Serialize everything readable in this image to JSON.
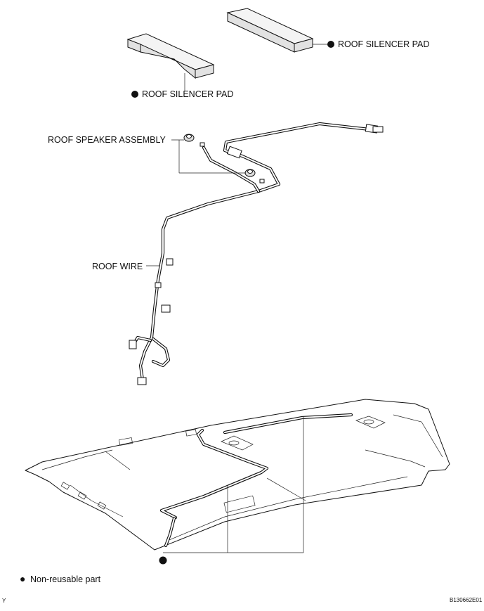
{
  "labels": {
    "pad_right": "ROOF SILENCER PAD",
    "pad_left": "ROOF SILENCER PAD",
    "speaker": "ROOF SPEAKER ASSEMBLY",
    "wire": "ROOF WIRE"
  },
  "legend": {
    "symbol": "●",
    "text": "Non-reusable part"
  },
  "footer": {
    "left_mark": "Y",
    "figure_code": "B130662E01"
  }
}
